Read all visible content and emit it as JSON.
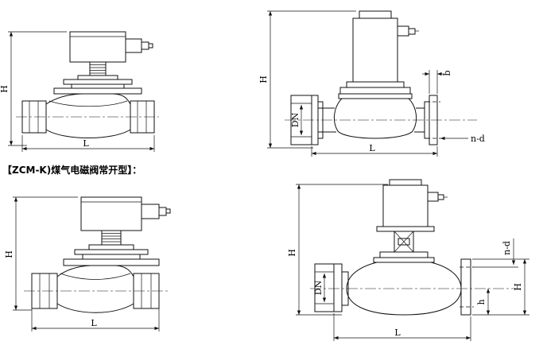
{
  "section": {
    "title": "【ZCM-K)煤气电磁阀常开型】："
  },
  "drawings": {
    "top_left": {
      "dim_height": "H",
      "dim_length": "L"
    },
    "top_right": {
      "dim_height": "H",
      "dim_bore": "DN",
      "dim_flange_thickness": "b",
      "dim_bolt_holes": "n-d",
      "dim_length": "L"
    },
    "bottom_left": {
      "dim_height": "H",
      "dim_length": "L"
    },
    "bottom_right": {
      "dim_height": "H",
      "dim_bore": "DN",
      "dim_bolt_holes": "n-d",
      "dim_flange_outer": "H",
      "dim_center_to_flange": "h",
      "dim_length": "L"
    }
  },
  "colors": {
    "line": "#111111",
    "background": "#ffffff"
  }
}
